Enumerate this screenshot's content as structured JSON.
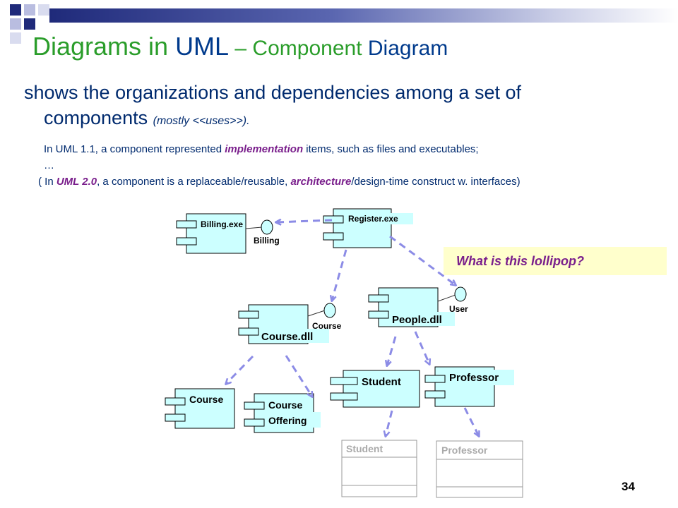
{
  "title": {
    "part1": "Diagrams in ",
    "part2": "UML",
    "part3": " – Component ",
    "part4": "Diagram"
  },
  "body": {
    "line1": "shows the organizations and dependencies among a set of",
    "line2_main": "components",
    "line2_small": "(mostly <<uses>>).",
    "note1_a": "In UML 1.1, a component represented ",
    "note1_em": "implementation",
    "note1_b": " items, such as files and executables;",
    "note2": "…",
    "note3_a": "( In ",
    "note3_em1": "UML 2.0",
    "note3_b": ", a component is a replaceable/reusable, ",
    "note3_em2": "architecture",
    "note3_c": "/design-time construct w. interfaces)"
  },
  "callout": {
    "text": "What is this lollipop?"
  },
  "diagram": {
    "components": {
      "billing_exe": "Billing.exe",
      "register_exe": "Register.exe",
      "course_dll": "Course.dll",
      "people_dll": "People.dll",
      "course": "Course",
      "course_offering_1": "Course",
      "course_offering_2": "Offering",
      "student": "Student",
      "professor": "Professor"
    },
    "interfaces": {
      "billing": "Billing",
      "course": "Course",
      "user": "User"
    },
    "classes": {
      "student": "Student",
      "professor": "Professor"
    }
  },
  "page_number": "34",
  "colors": {
    "component_fill": "#ccffff",
    "dependency_arrow": "#8c8ce6",
    "title_green": "#2a9d2a",
    "title_blue": "#003a8c",
    "callout_bg": "#ffffcc",
    "emphasis_purple": "#7a1f8c"
  }
}
